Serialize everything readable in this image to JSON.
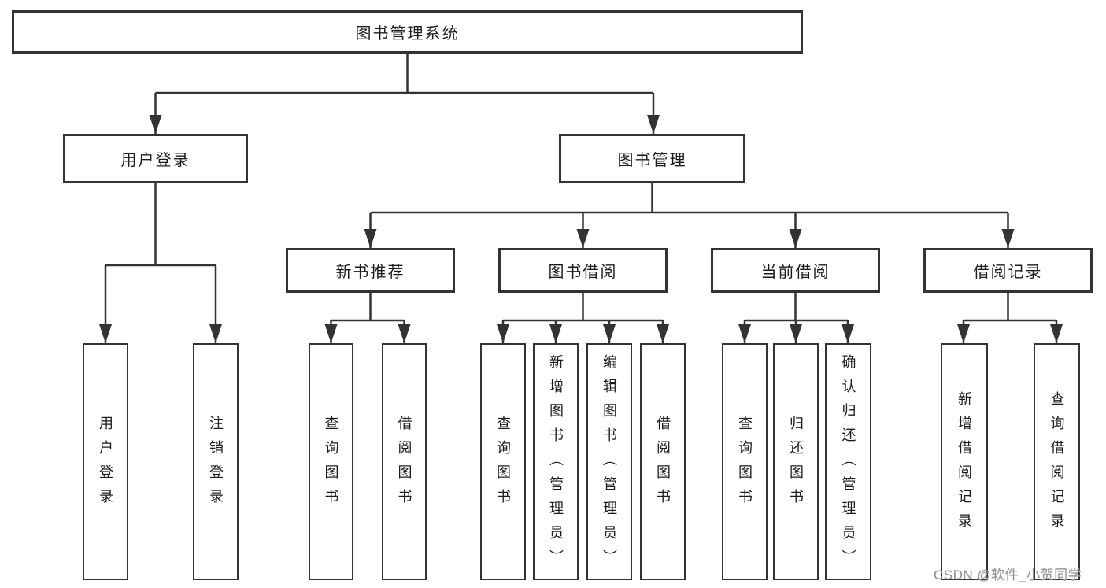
{
  "colors": {
    "line": "#333333",
    "box_border": "#333333",
    "box_fill": "#ffffff",
    "text": "#1c1c1c",
    "watermark": "#949494",
    "background": "#ffffff"
  },
  "tree": {
    "root": {
      "label": "图书管理系统"
    },
    "branches": [
      {
        "label": "用户登录",
        "children": [
          {
            "label": "用户登录"
          },
          {
            "label": "注销登录"
          }
        ]
      },
      {
        "label": "图书管理",
        "children": [
          {
            "label": "新书推荐",
            "children": [
              {
                "label": "查询图书"
              },
              {
                "label": "借阅图书"
              }
            ]
          },
          {
            "label": "图书借阅",
            "children": [
              {
                "label": "查询图书"
              },
              {
                "label": "新增图书（管理员）"
              },
              {
                "label": "编辑图书（管理员）"
              },
              {
                "label": "借阅图书"
              }
            ]
          },
          {
            "label": "当前借阅",
            "children": [
              {
                "label": "查询图书"
              },
              {
                "label": "归还图书"
              },
              {
                "label": "确认归还（管理员）"
              }
            ]
          },
          {
            "label": "借阅记录",
            "children": [
              {
                "label": "新增借阅记录"
              },
              {
                "label": "查询借阅记录"
              }
            ]
          }
        ]
      }
    ]
  },
  "watermark": {
    "text": "CSDN @软件_小贺同学"
  }
}
